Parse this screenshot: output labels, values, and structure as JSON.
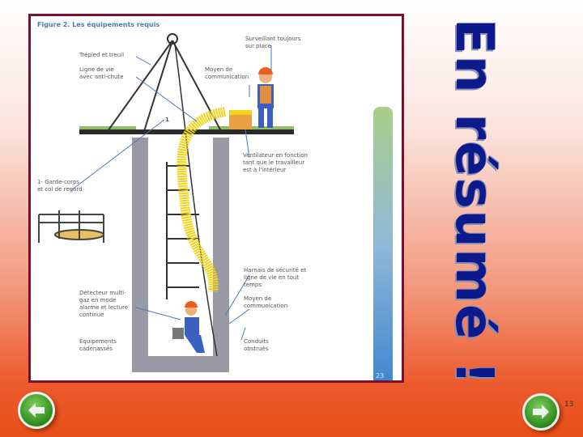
{
  "figure": {
    "title": "Figure 2. Les équipements requis",
    "page_number": "23",
    "labels": {
      "tripod": "Trépied et treuil",
      "lifeline": "Ligne de vie\navec anti-chute",
      "supervisor": "Surveillant toujours\nsur place",
      "comm_top": "Moyen de\ncommunication",
      "ventilator": "Ventilateur en fonction\ntant que le travailleur\nest à l'intérieur",
      "marker": "1",
      "guardrail": "1- Garde-corps\net col de regard",
      "harness": "Harnais de sécurité et\nligne de vie en tout\ntemps",
      "comm_bottom": "Moyen de\ncommunication",
      "detector": "Détecteur multi-\ngaz en mode\nalarme et lecture\ncontinue",
      "locked": "Équipements\ncadenassés",
      "ducts": "Conduits\nobstrués"
    }
  },
  "slide": {
    "title": "En résumé !",
    "number": "13"
  },
  "nav": {
    "prev_icon": "arrow-left-icon",
    "next_icon": "arrow-right-icon"
  },
  "colors": {
    "title": "#0d1a8c",
    "frame": "#7a1030",
    "nav": "#2e8a1e"
  }
}
